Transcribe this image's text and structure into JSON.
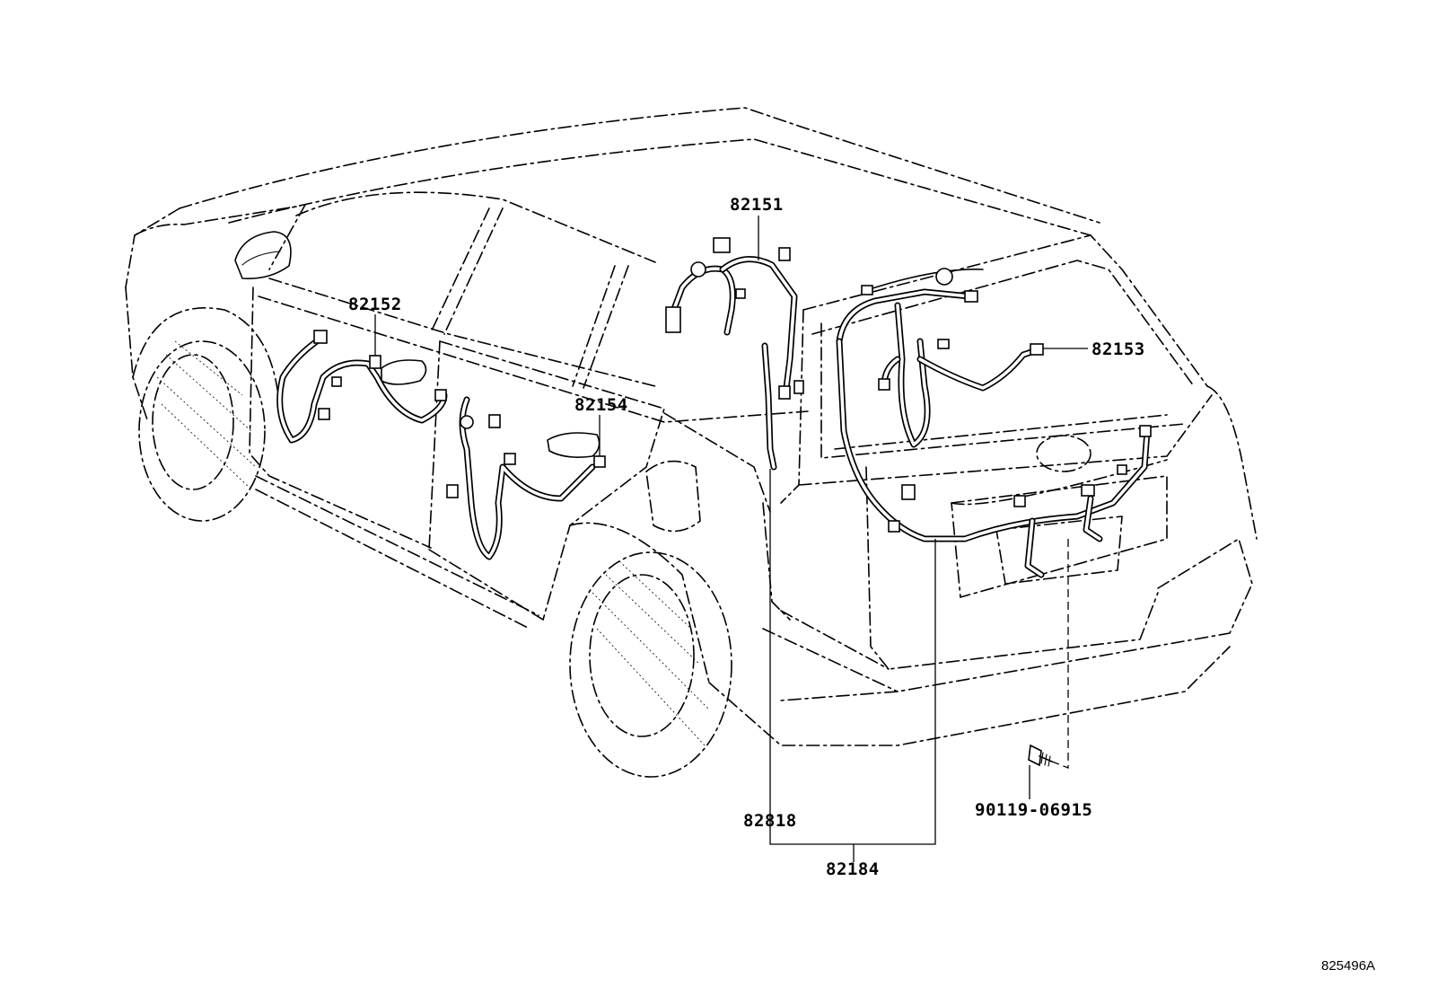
{
  "parts": {
    "p82151": "82151",
    "p82152": "82152",
    "p82153": "82153",
    "p82154": "82154",
    "p82818": "82818",
    "p82184": "82184",
    "p90119": "90119-06915"
  },
  "diagram_ref": "825496A"
}
